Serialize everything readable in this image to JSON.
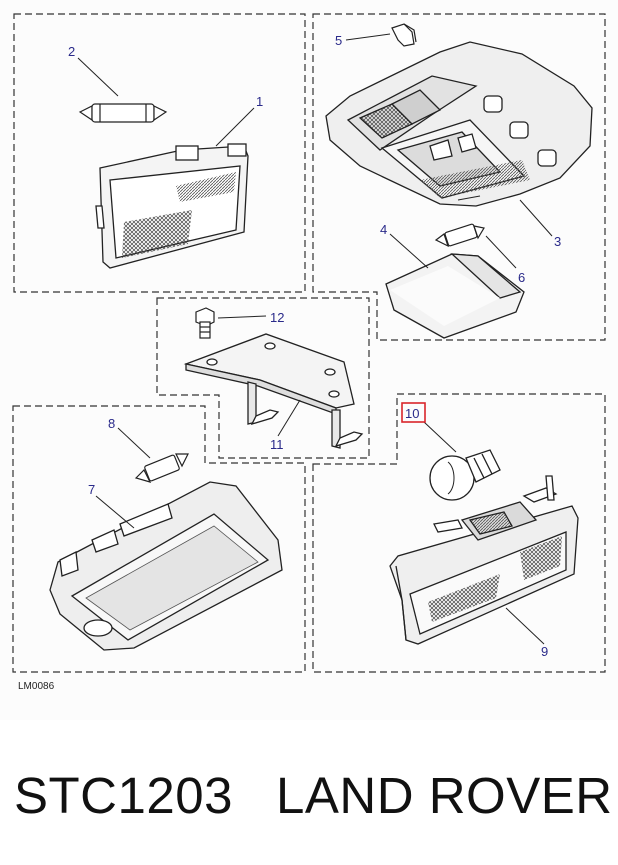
{
  "diagram": {
    "code": "LM0086",
    "highlight_color": "#d9262b",
    "label_color": "#2a2a8a",
    "callouts": [
      {
        "id": "1",
        "text": "1",
        "highlighted": false
      },
      {
        "id": "2",
        "text": "2",
        "highlighted": false
      },
      {
        "id": "3",
        "text": "3",
        "highlighted": false
      },
      {
        "id": "4",
        "text": "4",
        "highlighted": false
      },
      {
        "id": "5",
        "text": "5",
        "highlighted": false
      },
      {
        "id": "6",
        "text": "6",
        "highlighted": false
      },
      {
        "id": "7",
        "text": "7",
        "highlighted": false
      },
      {
        "id": "8",
        "text": "8",
        "highlighted": false
      },
      {
        "id": "9",
        "text": "9",
        "highlighted": false
      },
      {
        "id": "10",
        "text": "10",
        "highlighted": true
      },
      {
        "id": "11",
        "text": "11",
        "highlighted": false
      },
      {
        "id": "12",
        "text": "12",
        "highlighted": false
      }
    ]
  },
  "caption": {
    "part_number": "STC1203",
    "brand": "LAND ROVER"
  }
}
